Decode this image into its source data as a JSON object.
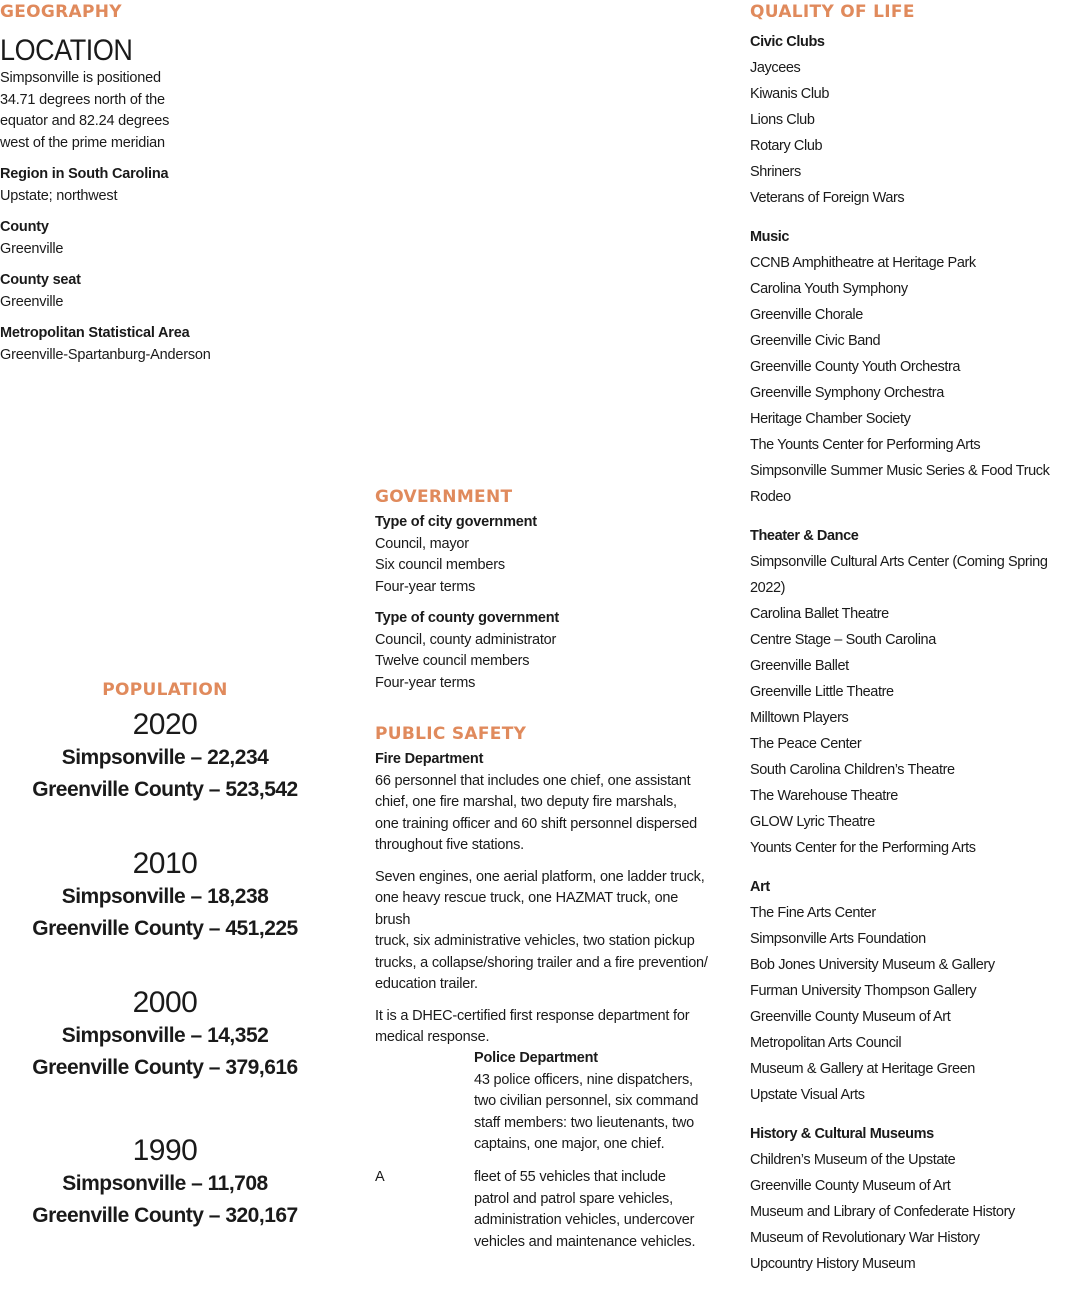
{
  "geography": {
    "title": "GEOGRAPHY",
    "location_heading": "LOCATION",
    "location_lines": [
      "Simpsonville is positioned",
      "34.71 degrees north of the",
      "equator and 82.24 degrees",
      "west of the prime meridian"
    ],
    "items": [
      {
        "label": "Region in South Carolina",
        "value": "Upstate; northwest"
      },
      {
        "label": "County",
        "value": "Greenville"
      },
      {
        "label": "County seat",
        "value": "Greenville"
      },
      {
        "label": "Metropolitan Statistical Area",
        "value": "Greenville-Spartanburg-Anderson"
      }
    ]
  },
  "population": {
    "title": "POPULATION",
    "years": [
      {
        "year": "2020",
        "city": "Simpsonville – 22,234",
        "county": "Greenville County – 523,542"
      },
      {
        "year": "2010",
        "city": "Simpsonville – 18,238",
        "county": "Greenville County – 451,225"
      },
      {
        "year": "2000",
        "city": "Simpsonville – 14,352",
        "county": "Greenville County – 379,616"
      },
      {
        "year": "1990",
        "city": "Simpsonville – 11,708",
        "county": "Greenville County – 320,167"
      }
    ]
  },
  "government": {
    "title": "GOVERNMENT",
    "items": [
      {
        "label": "Type of city government",
        "lines": [
          "Council, mayor",
          "Six council members",
          "Four-year terms"
        ]
      },
      {
        "label": "Type of county government",
        "lines": [
          "Council, county administrator",
          "Twelve council members",
          "Four-year terms"
        ]
      }
    ]
  },
  "public_safety": {
    "title": "PUBLIC SAFETY",
    "fire_heading": "Fire Department",
    "fire_p1": [
      "66 personnel that includes one chief, one assistant",
      "chief, one fire marshal, two deputy fire marshals,",
      "one training officer and 60 shift personnel dispersed",
      "throughout five stations."
    ],
    "fire_p2": [
      "Seven engines, one aerial platform, one ladder truck,",
      "one heavy rescue truck, one HAZMAT truck, one brush",
      "truck, six administrative vehicles, two station pickup",
      "trucks, a collapse/shoring trailer and a fire prevention/",
      "education trailer."
    ],
    "fire_p3": [
      "It is a DHEC-certified first response department for",
      "medical response."
    ],
    "police_heading": "Police Department",
    "police_p1": [
      "43 police officers, nine dispatchers,",
      "two civilian personnel, six command",
      "staff members: two lieutenants, two",
      "captains, one major, one chief."
    ],
    "police_a": "A",
    "police_p2": [
      "fleet of 55 vehicles that include",
      "patrol and patrol spare vehicles,",
      "administration vehicles, undercover",
      "vehicles and maintenance vehicles."
    ]
  },
  "quality_of_life": {
    "title": "QUALITY OF LIFE",
    "groups": [
      {
        "label": "Civic Clubs",
        "items": [
          "Jaycees",
          "Kiwanis Club",
          "Lions Club",
          "Rotary Club",
          "Shriners",
          "Veterans of Foreign Wars"
        ]
      },
      {
        "label": "Music",
        "items": [
          "CCNB Amphitheatre at Heritage Park",
          "Carolina Youth Symphony",
          "Greenville Chorale",
          "Greenville Civic Band",
          "Greenville County Youth Orchestra",
          "Greenville Symphony Orchestra",
          "Heritage Chamber Society",
          "The Younts Center for Performing Arts",
          "Simpsonville Summer Music Series & Food Truck Rodeo"
        ]
      },
      {
        "label": "Theater & Dance",
        "items": [
          "Simpsonville Cultural Arts Center (Coming Spring 2022)",
          "Carolina Ballet Theatre",
          "Centre Stage – South Carolina",
          "Greenville Ballet",
          "Greenville Little Theatre",
          "Milltown Players",
          "The Peace Center",
          "South Carolina Children’s Theatre",
          "The Warehouse Theatre",
          "GLOW Lyric Theatre",
          "Younts Center for the Performing Arts"
        ]
      },
      {
        "label": "Art",
        "items": [
          "The Fine Arts Center",
          "Simpsonville Arts Foundation",
          "Bob Jones University Museum & Gallery",
          "Furman University Thompson Gallery",
          "Greenville County Museum of Art",
          "Metropolitan Arts Council",
          "Museum & Gallery at Heritage Green",
          "Upstate Visual Arts"
        ]
      },
      {
        "label": "History & Cultural Museums",
        "items": [
          "Children’s Museum of the Upstate",
          "Greenville County Museum of Art",
          "Museum and Library of Confederate History",
          "Museum of Revolutionary War History",
          "Upcountry History Museum"
        ]
      }
    ]
  }
}
